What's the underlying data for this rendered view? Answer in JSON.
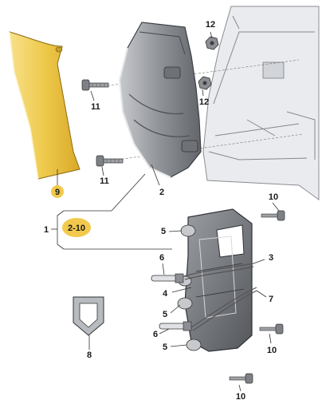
{
  "callouts": {
    "c1": "1",
    "c2": "2",
    "c2_10": "2-10",
    "c3": "3",
    "c4": "4",
    "c5a": "5",
    "c5b": "5",
    "c5c": "5",
    "c6a": "6",
    "c6b": "6",
    "c7": "7",
    "c8": "8",
    "c9": "9",
    "c10a": "10",
    "c10b": "10",
    "c10c": "10",
    "c11a": "11",
    "c11b": "11",
    "c12a": "12",
    "c12b": "12"
  },
  "colors": {
    "highlight": "#f2c94c",
    "panel": "#f4d35e",
    "car_body": "#e9ebee",
    "lamp_dark": "#8a8d92",
    "lamp_mid": "#b3b6bb"
  }
}
